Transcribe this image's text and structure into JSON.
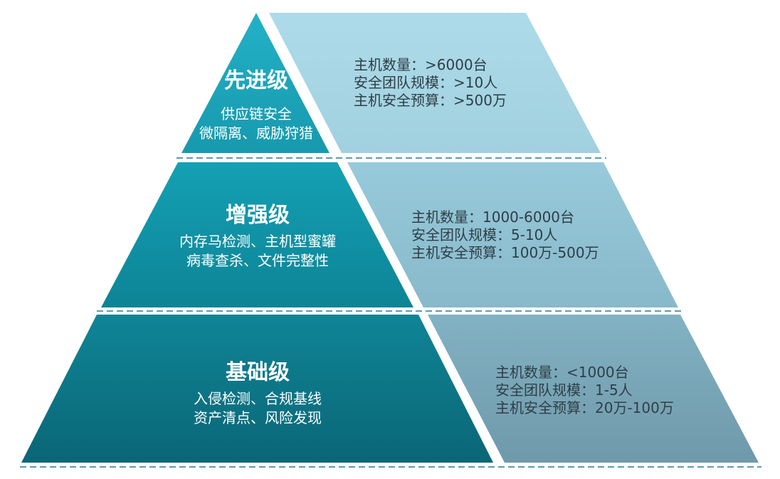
{
  "levels": [
    {
      "title": "先进级",
      "features": [
        "供应链安全",
        "微隔离、威胁狩猎"
      ],
      "requirements": [
        "主机数量：>6000台",
        "安全团队规模：>10人",
        "主机安全预算：>500万"
      ]
    },
    {
      "title": "增强级",
      "features": [
        "内存马检测、主机型蜜罐",
        "病毒查杀、文件完整性"
      ],
      "requirements": [
        "主机数量：1000-6000台",
        "安全团队规模：5-10人",
        "主机安全预算：100万-500万"
      ]
    },
    {
      "title": "基础级",
      "features": [
        "入侵检测、合规基线",
        "资产清点、风险发现"
      ],
      "requirements": [
        "主机数量：<1000台",
        "安全团队规模：1-5人",
        "主机安全预算：20万-100万"
      ]
    }
  ],
  "colors": {
    "tier_top": "#1fa2b9",
    "tier_mid": "#0f8a9d",
    "tier_bottom": "#0b6f80",
    "panel_top": "#a6d6e5",
    "panel_mid": "#8fc4d6",
    "panel_bottom": "#7aa7b8",
    "divider": "#4b8fa3",
    "text_dark": "#2f3e46"
  }
}
